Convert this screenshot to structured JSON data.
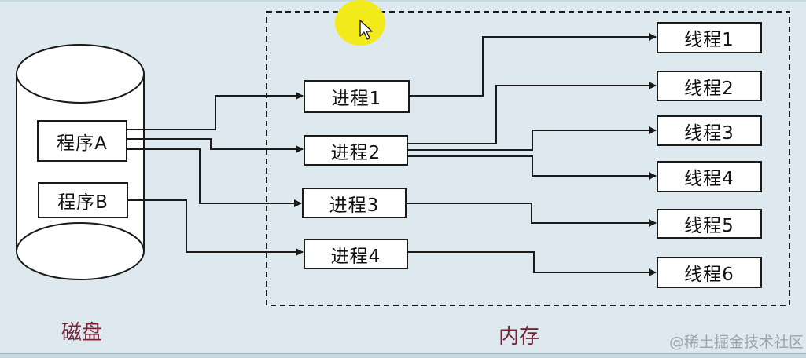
{
  "disk": {
    "label": "磁盘",
    "programs": [
      "程序A",
      "程序B"
    ]
  },
  "memory": {
    "label": "内存",
    "processes": [
      "进程1",
      "进程2",
      "进程3",
      "进程4"
    ],
    "threads": [
      "线程1",
      "线程2",
      "线程3",
      "线程4",
      "线程5",
      "线程6"
    ]
  },
  "watermark": "@稀土掘金技术社区",
  "colors": {
    "background": "#dde9ee",
    "line": "#1a1a1a",
    "section_label": "#7a2438",
    "cursor_highlight": "#f3ea1b"
  },
  "icons": [
    "mouse-cursor-icon"
  ]
}
